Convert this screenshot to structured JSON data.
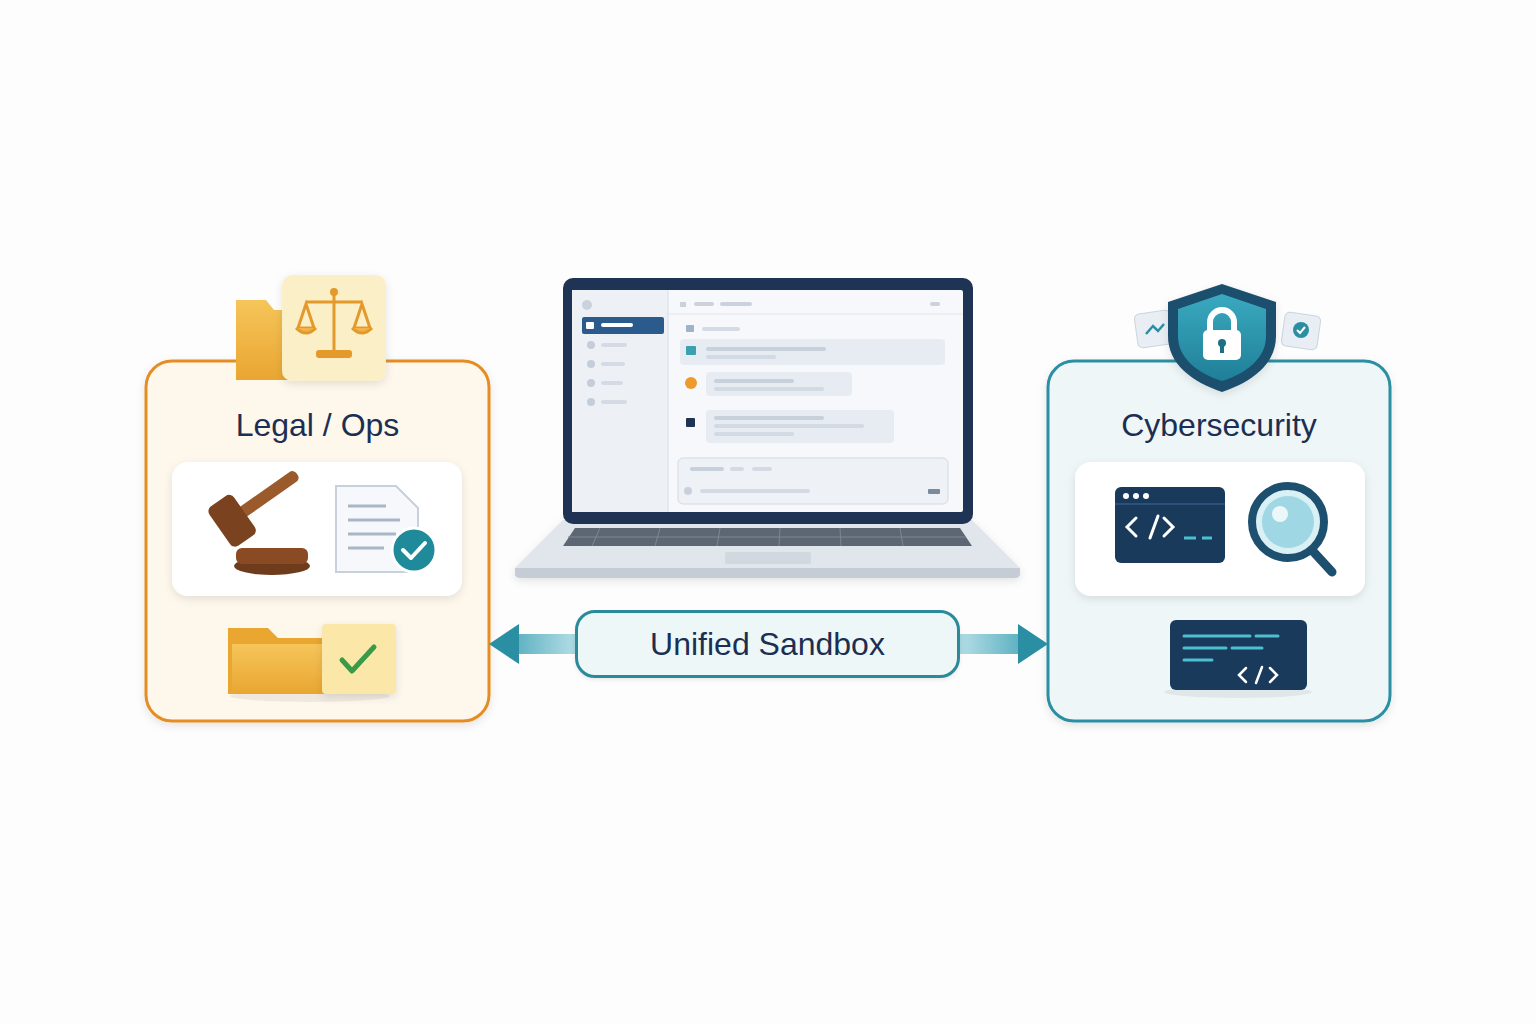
{
  "diagram": {
    "nodes": [
      {
        "text": [
          "Legal / Ops"
        ]
      },
      {
        "text": [
          "Unified Sandbox"
        ]
      },
      {
        "text": [
          "Cybersecurity"
        ]
      }
    ],
    "edges": [
      {
        "from": 1,
        "to": 0,
        "arrow": "to"
      },
      {
        "from": 1,
        "to": 2,
        "arrow": "to"
      }
    ]
  }
}
